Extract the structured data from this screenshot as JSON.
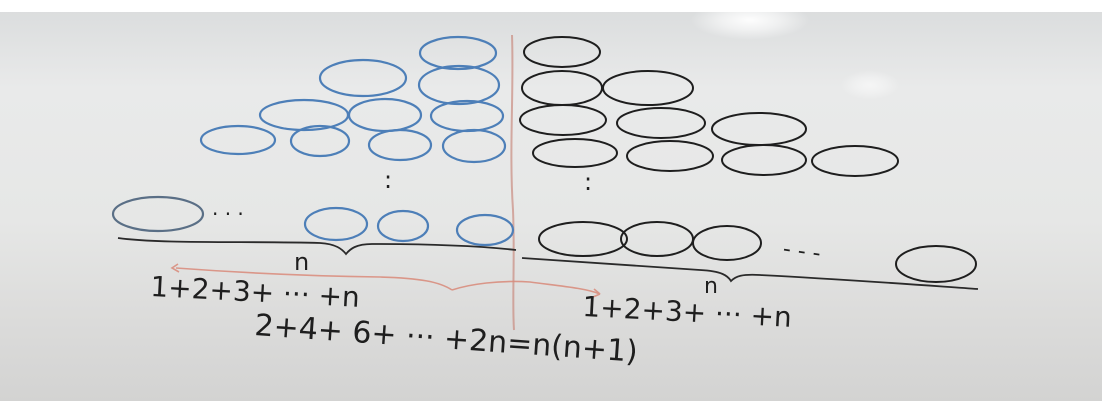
{
  "photo": {
    "subject": "",
    "left_sum": "1+2+3+ ··· +n",
    "right_sum": "1+2+3+ ··· +n",
    "combined_sum": "2+4+ 6+   ···  +2n=n(n+1)",
    "left_brace_label": "n",
    "right_brace_label": "n",
    "vertical_dots_left": ":",
    "vertical_dots_right": ":",
    "horizontal_dots_left": "· · ·",
    "horizontal_dots_right": "- - -"
  },
  "colors": {
    "blue_marker": "#4d7fb8",
    "black_marker": "#1e1e1e",
    "red_marker": "#d98a7a"
  }
}
